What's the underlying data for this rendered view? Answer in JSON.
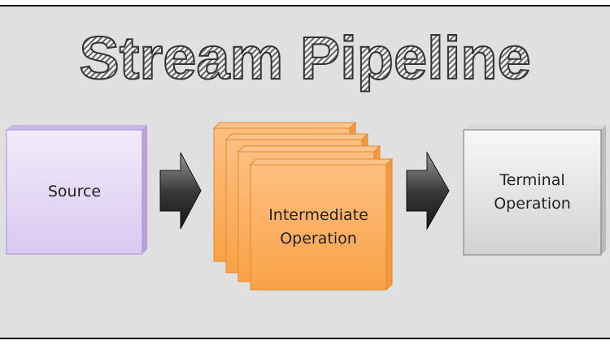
{
  "title": "Stream Pipeline",
  "nodes": {
    "source": "Source",
    "intermediate": "Intermediate Operation",
    "terminal": "Terminal Operation"
  },
  "colors": {
    "background": "#e0e0e0",
    "source": "#e6dcf5",
    "intermediate": "#fbb061",
    "terminal": "#e4e4e4",
    "arrow": "#444444"
  }
}
